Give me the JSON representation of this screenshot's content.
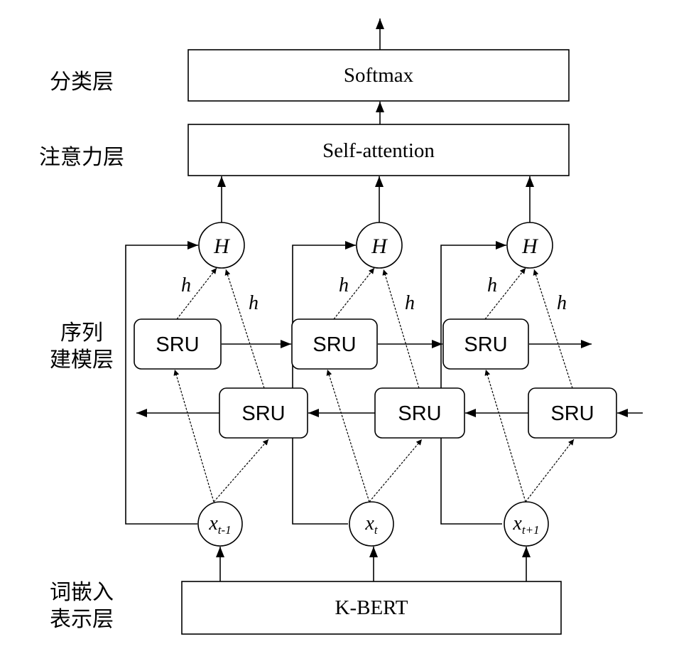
{
  "layers": {
    "classification": "分类层",
    "attention": "注意力层",
    "sequence_line1": "序列",
    "sequence_line2": "建模层",
    "embedding_line1": "词嵌入",
    "embedding_line2": "表示层"
  },
  "boxes": {
    "softmax": "Softmax",
    "self_attention": "Self-attention",
    "kbert": "K-BERT"
  },
  "sru_label": "SRU",
  "hidden_node": "H",
  "hidden_state": "h",
  "inputs": [
    {
      "base": "x",
      "sub": "t-1"
    },
    {
      "base": "x",
      "sub": "t"
    },
    {
      "base": "x",
      "sub": "t+1"
    }
  ]
}
